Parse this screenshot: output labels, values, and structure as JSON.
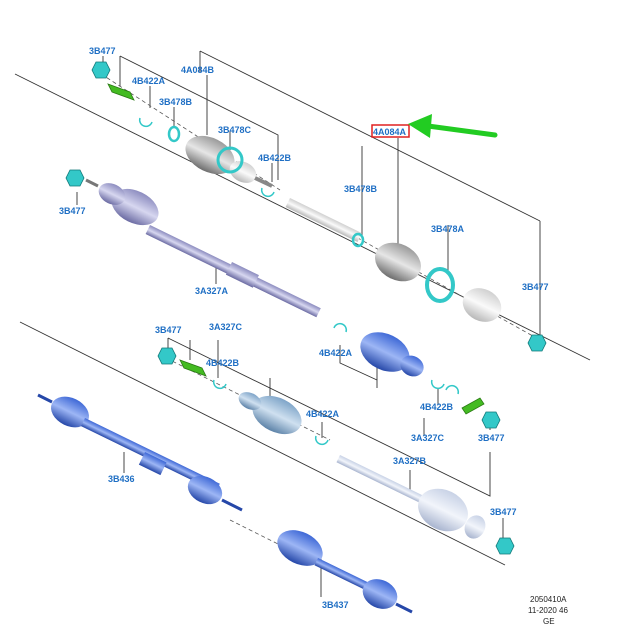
{
  "diagram_title": "Front Drive Shaft Exploded View",
  "labels": {
    "l1": "3B477",
    "l2": "4B422A",
    "l3": "4A084B",
    "l4": "3B478B",
    "l5": "3B478C",
    "l6": "4B422B",
    "l7": "3B477",
    "l8": "3A327A",
    "l9": "4A084A",
    "l10": "3B478B",
    "l11": "3B478A",
    "l12": "3B477",
    "l13": "3B477",
    "l14": "3A327C",
    "l15": "4B422B",
    "l16": "4B422A",
    "l17": "4B422A",
    "l18": "4B422B",
    "l19": "3A327C",
    "l20": "3B477",
    "l21": "3A327B",
    "l22": "3B436",
    "l23": "3B477",
    "l24": "3B437"
  },
  "footer": {
    "code": "2050410A",
    "date": "11-2020 46",
    "market": "GE"
  },
  "colors": {
    "highlight_box": "#e02020",
    "arrow": "#22cc22",
    "label": "#1f6fc4",
    "nut": "#33c8c8",
    "clip": "#44bb22"
  }
}
